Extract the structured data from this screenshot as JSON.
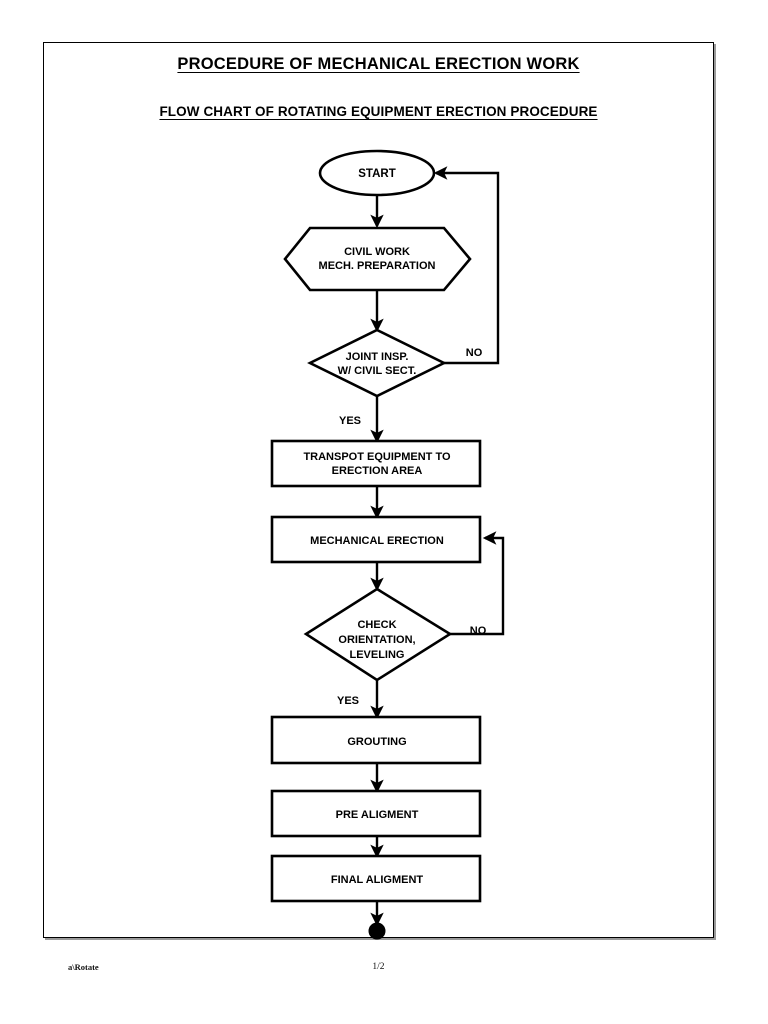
{
  "document": {
    "title": "PROCEDURE OF MECHANICAL ERECTION WORK",
    "subtitle": "FLOW CHART OF ROTATING EQUIPMENT ERECTION PROCEDURE"
  },
  "footer": {
    "left": "a\\Rotate",
    "page": "1/2"
  },
  "colors": {
    "ink": "#000000",
    "paper": "#ffffff",
    "border_shadow": "#9a9a9a"
  },
  "chart_data": {
    "type": "flowchart",
    "title": "FLOW CHART OF ROTATING EQUIPMENT ERECTION PROCEDURE",
    "orientation": "top-to-bottom",
    "nodes": [
      {
        "id": "start",
        "shape": "ellipse",
        "lines": [
          "START"
        ]
      },
      {
        "id": "civil",
        "shape": "hexagon",
        "lines": [
          "CIVIL WORK",
          "MECH. PREPARATION"
        ]
      },
      {
        "id": "joint",
        "shape": "diamond",
        "lines": [
          "JOINT INSP.",
          "W/ CIVIL SECT."
        ]
      },
      {
        "id": "transport",
        "shape": "rect",
        "lines": [
          "TRANSPOT EQUIPMENT TO",
          "ERECTION AREA"
        ]
      },
      {
        "id": "erection",
        "shape": "rect",
        "lines": [
          "MECHANICAL ERECTION"
        ]
      },
      {
        "id": "check",
        "shape": "diamond",
        "lines": [
          "CHECK",
          "ORIENTATION,",
          "LEVELING"
        ]
      },
      {
        "id": "grouting",
        "shape": "rect",
        "lines": [
          "GROUTING"
        ]
      },
      {
        "id": "prealign",
        "shape": "rect",
        "lines": [
          "PRE ALIGMENT"
        ]
      },
      {
        "id": "finalalign",
        "shape": "rect",
        "lines": [
          "FINAL ALIGMENT"
        ]
      },
      {
        "id": "end",
        "shape": "dot",
        "lines": []
      }
    ],
    "edges": [
      {
        "from": "start",
        "to": "civil",
        "label": ""
      },
      {
        "from": "civil",
        "to": "joint",
        "label": ""
      },
      {
        "from": "joint",
        "to": "transport",
        "label": "YES"
      },
      {
        "from": "joint",
        "to": "start",
        "label": "NO"
      },
      {
        "from": "transport",
        "to": "erection",
        "label": ""
      },
      {
        "from": "erection",
        "to": "check",
        "label": ""
      },
      {
        "from": "check",
        "to": "grouting",
        "label": "YES"
      },
      {
        "from": "check",
        "to": "erection",
        "label": "NO"
      },
      {
        "from": "grouting",
        "to": "prealign",
        "label": ""
      },
      {
        "from": "prealign",
        "to": "finalalign",
        "label": ""
      },
      {
        "from": "finalalign",
        "to": "end",
        "label": ""
      }
    ],
    "branch_labels": {
      "yes": "YES",
      "no": "NO"
    }
  },
  "flow": {
    "start_label": "START",
    "civil_line1": "CIVIL WORK",
    "civil_line2": "MECH. PREPARATION",
    "joint_line1": "JOINT INSP.",
    "joint_line2": "W/ CIVIL SECT.",
    "joint_no": "NO",
    "joint_yes": "YES",
    "transport_line1": "TRANSPOT EQUIPMENT TO",
    "transport_line2": "ERECTION AREA",
    "erection_label": "MECHANICAL ERECTION",
    "check_line1": "CHECK",
    "check_line2": "ORIENTATION,",
    "check_line3": "LEVELING",
    "check_no": "NO",
    "check_yes": "YES",
    "grouting_label": "GROUTING",
    "prealign_label": "PRE ALIGMENT",
    "finalalign_label": "FINAL ALIGMENT"
  }
}
